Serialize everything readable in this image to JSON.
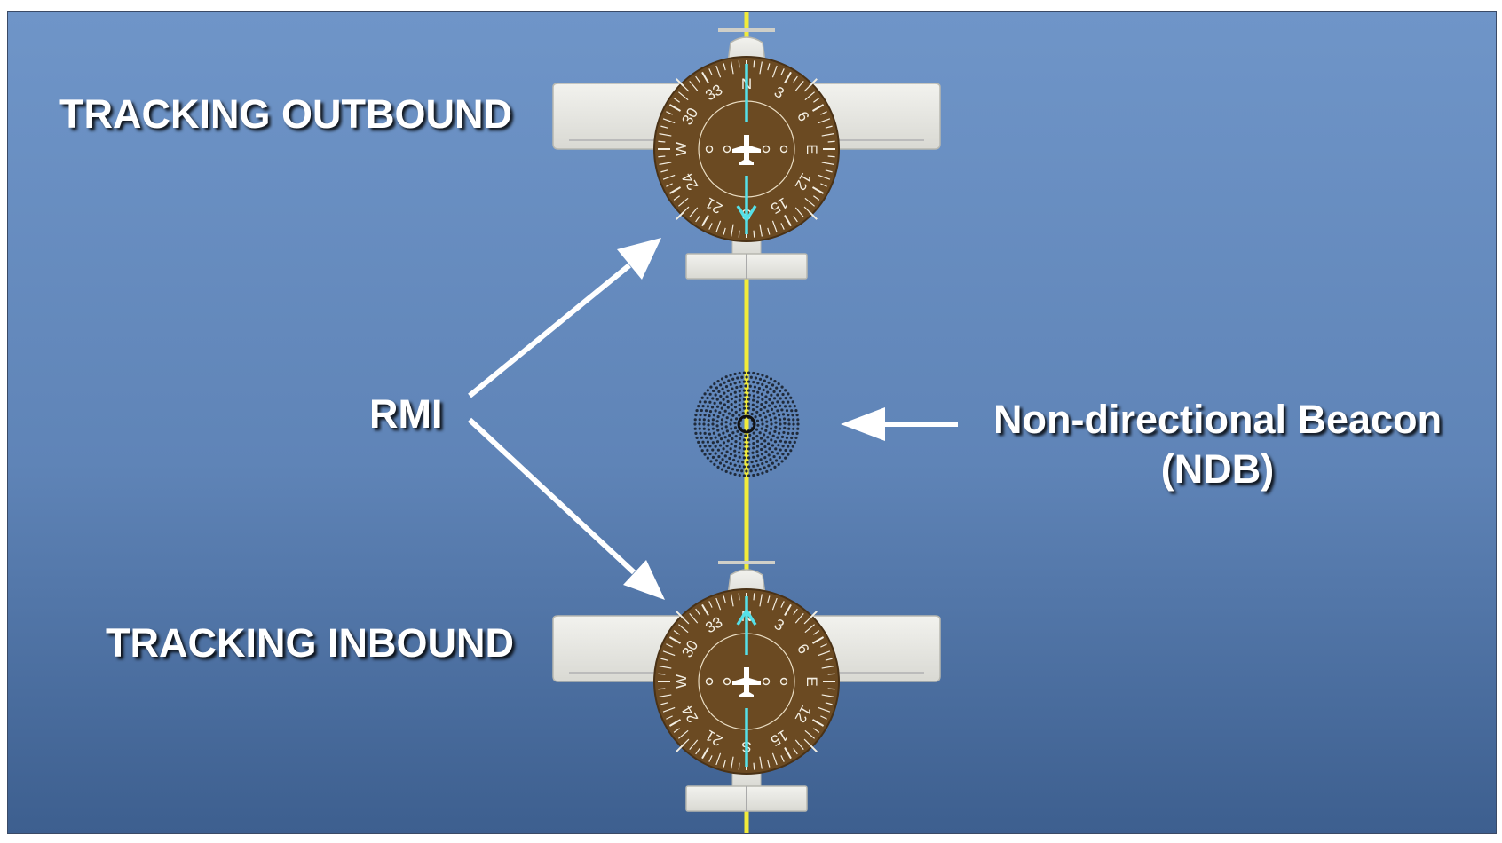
{
  "labels": {
    "tracking_outbound": "TRACKING OUTBOUND",
    "tracking_inbound": "TRACKING INBOUND",
    "rmi": "RMI",
    "ndb_line1": "Non-directional Beacon",
    "ndb_line2": "(NDB)"
  },
  "compass": {
    "cardinals": [
      "N",
      "E",
      "S",
      "W"
    ],
    "numbers": [
      "3",
      "6",
      "12",
      "15",
      "21",
      "24",
      "30",
      "33"
    ]
  },
  "colors": {
    "sky_top": "#6f95c8",
    "sky_bottom": "#3d5f8f",
    "dial": "#6b4a22",
    "needle": "#55e0e8",
    "course_line": "#f2ec3a",
    "label_text": "#ffffff"
  },
  "icons": {
    "airplane_symbol": "airplane-icon",
    "beacon": "ndb-beacon-icon"
  }
}
